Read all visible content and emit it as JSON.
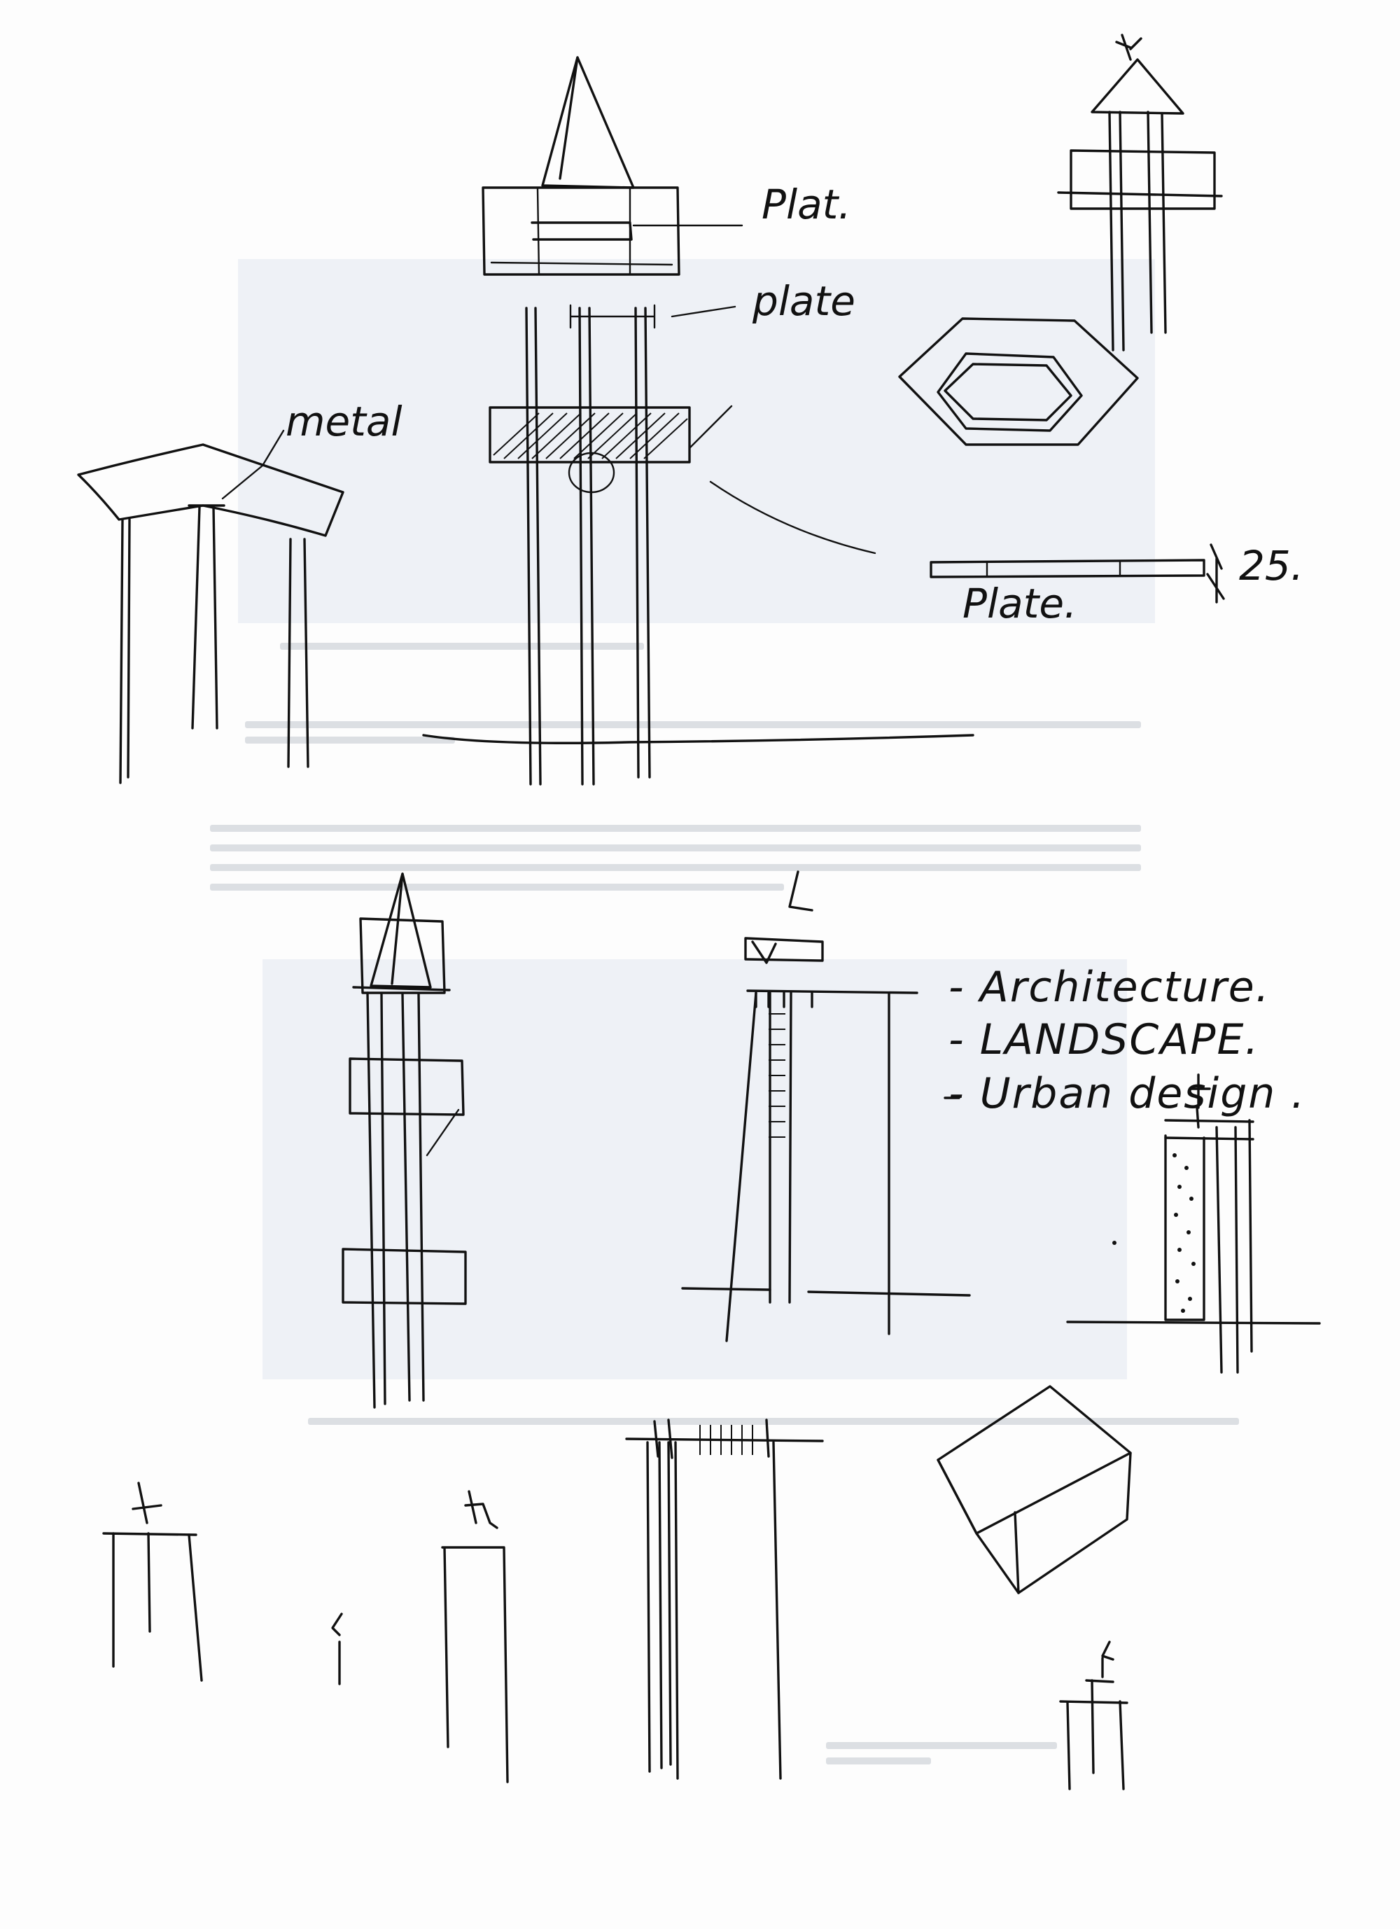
{
  "annotations": {
    "plat": "Plat.",
    "plate_top": "plate",
    "metal": "metal",
    "plate_bottom": "Plate.",
    "dimension": "25.",
    "list_item_1": "- Architecture.",
    "list_item_2": "- LANDSCAPE.",
    "list_item_3": "- Urban design .",
    "list_item_4": "-"
  }
}
